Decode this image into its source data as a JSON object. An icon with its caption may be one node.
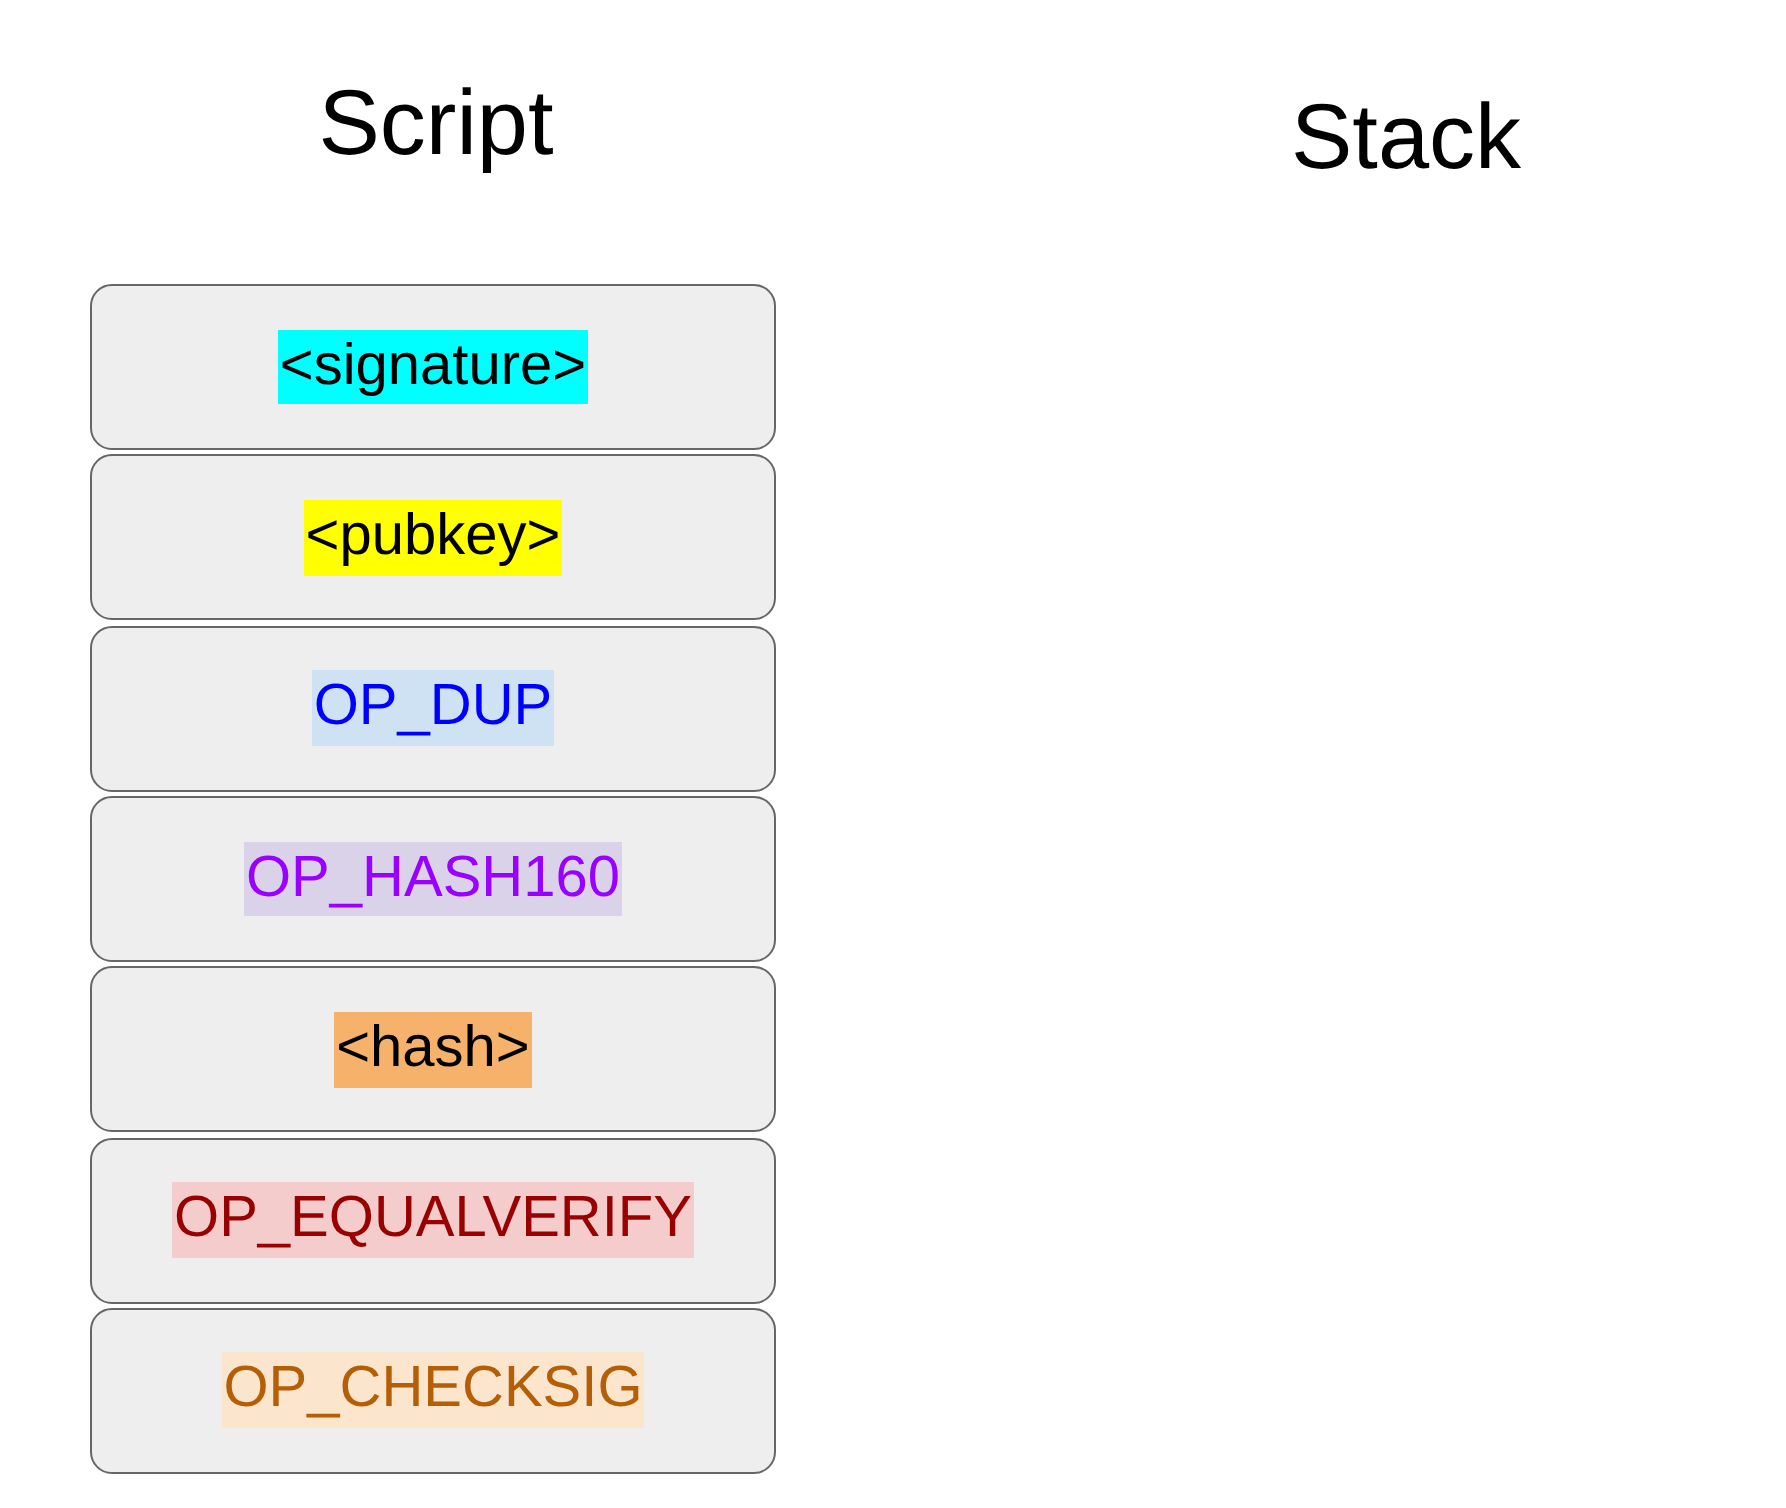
{
  "diagram": {
    "nodes": [
      {
        "text": [
          "<signature>"
        ]
      },
      {
        "text": [
          "<pubkey>"
        ]
      },
      {
        "text": [
          "OP_DUP"
        ]
      },
      {
        "text": [
          "OP_HASH160"
        ]
      },
      {
        "text": [
          "<hash>"
        ]
      },
      {
        "text": [
          "OP_EQUALVERIFY"
        ]
      },
      {
        "text": [
          "OP_CHECKSIG"
        ]
      }
    ],
    "labels": [
      "Script",
      "Stack"
    ]
  }
}
